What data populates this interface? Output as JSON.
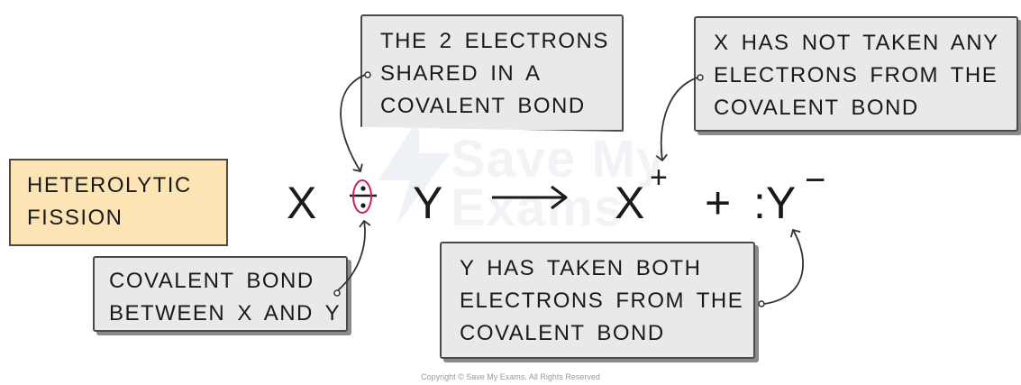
{
  "watermark": {
    "line1": "Save My",
    "line2": "Exams"
  },
  "callouts": {
    "shared_electrons": [
      "THE 2 ELECTRONS",
      "SHARED IN A",
      "COVALENT BOND"
    ],
    "x_not_taken": [
      "X HAS NOT TAKEN ANY",
      "ELECTRONS FROM THE",
      "COVALENT BOND"
    ],
    "covalent_bond_between": [
      "COVALENT BOND",
      "BETWEEN X AND Y"
    ],
    "y_taken_both": [
      "Y HAS TAKEN BOTH",
      "ELECTRONS FROM THE",
      "COVALENT BOND"
    ]
  },
  "label": {
    "heterolytic": [
      "HETEROLYTIC",
      "FISSION"
    ]
  },
  "equation": {
    "x": "X",
    "y": "Y",
    "x_product": "X",
    "x_charge": "+",
    "plus": "+",
    "y_product": ":Y",
    "y_charge": "−"
  },
  "footer": {
    "copyright": "Copyright © Save My Exams. All Rights Reserved"
  }
}
